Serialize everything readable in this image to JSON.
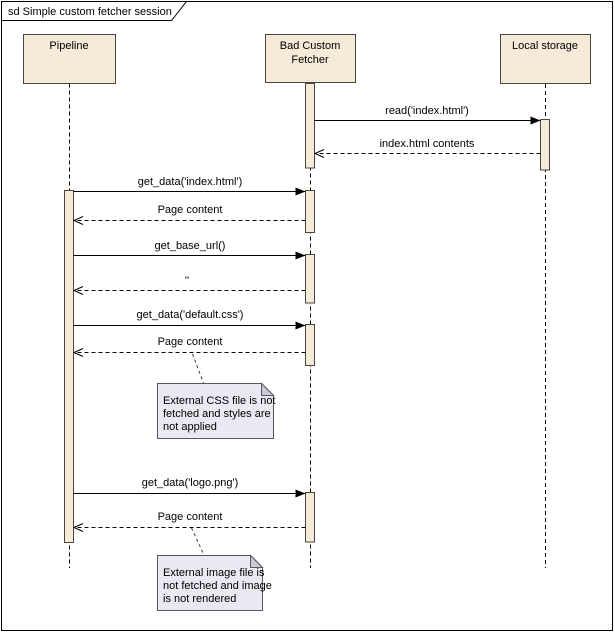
{
  "frame": {
    "title": "sd Simple custom fetcher session"
  },
  "participants": [
    {
      "id": "pipeline",
      "lines": [
        "Pipeline"
      ]
    },
    {
      "id": "bad-custom-fetcher",
      "lines": [
        "Bad Custom",
        "Fetcher"
      ]
    },
    {
      "id": "local-storage",
      "lines": [
        "Local storage"
      ]
    }
  ],
  "messages": [
    {
      "label": "read('index.html')",
      "kind": "sync",
      "from": "bad-custom-fetcher",
      "to": "local-storage"
    },
    {
      "label": "index.html contents",
      "kind": "return",
      "from": "local-storage",
      "to": "bad-custom-fetcher"
    },
    {
      "label": "get_data('index.html')",
      "kind": "sync",
      "from": "pipeline",
      "to": "bad-custom-fetcher"
    },
    {
      "label": "Page content",
      "kind": "return",
      "from": "bad-custom-fetcher",
      "to": "pipeline"
    },
    {
      "label": "get_base_url()",
      "kind": "sync",
      "from": "pipeline",
      "to": "bad-custom-fetcher"
    },
    {
      "label": "''",
      "kind": "return",
      "from": "bad-custom-fetcher",
      "to": "pipeline"
    },
    {
      "label": "get_data('default.css')",
      "kind": "sync",
      "from": "pipeline",
      "to": "bad-custom-fetcher"
    },
    {
      "label": "Page content",
      "kind": "return",
      "from": "bad-custom-fetcher",
      "to": "pipeline"
    },
    {
      "label": "get_data('logo.png')",
      "kind": "sync",
      "from": "pipeline",
      "to": "bad-custom-fetcher"
    },
    {
      "label": "Page content",
      "kind": "return",
      "from": "bad-custom-fetcher",
      "to": "pipeline"
    }
  ],
  "notes": [
    {
      "lines": [
        "External CSS file is not",
        "fetched and styles are",
        "not applied"
      ]
    },
    {
      "lines": [
        "External image file is",
        "not fetched and image",
        "is not rendered"
      ]
    }
  ],
  "colors": {
    "participant_fill": "#f6ebd9",
    "note_fill": "#ece8f2",
    "note_fold": "#cdc9d4",
    "frame_bg": "#ffffff"
  }
}
